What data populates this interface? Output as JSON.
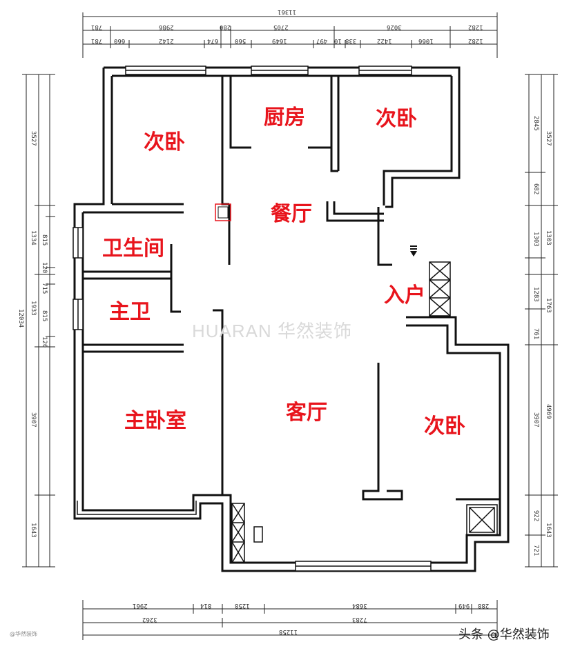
{
  "rooms": {
    "bedroom_nw": "次卧",
    "kitchen": "厨房",
    "bedroom_ne": "次卧",
    "dining": "餐厅",
    "bathroom": "卫生间",
    "master_bath": "主卫",
    "entrance": "入户",
    "master_bedroom": "主卧室",
    "living_room": "客厅",
    "bedroom_se": "次卧"
  },
  "dimensions": {
    "top_total": "11361",
    "top_row1": [
      "781",
      "2986",
      "280",
      "2705",
      "3026",
      "1282"
    ],
    "top_row2": [
      "781",
      "660",
      "2142",
      "674",
      "560",
      "1649",
      "497",
      "10",
      "338",
      "1422",
      "1066",
      "1282"
    ],
    "bottom_row1": [
      "2961",
      "814",
      "1258",
      "3684",
      "949",
      "288"
    ],
    "bottom_row2": [
      "3262",
      "7283"
    ],
    "bottom_total": "11258",
    "left_outer": [
      "3527",
      "1334",
      "1933",
      "3907",
      "1643"
    ],
    "left_total": "12034",
    "left_inner": [
      "815",
      "120",
      "715",
      "815",
      "120"
    ],
    "right_outer": [
      "3527",
      "1303",
      "1763",
      "4969",
      "1643"
    ],
    "right_inner": [
      "2845",
      "682",
      "1303",
      "1283",
      "761",
      "3907",
      "922",
      "721"
    ]
  },
  "watermark": "HUARAN 华然装饰",
  "credit": "头条 @华然装饰",
  "small_watermark": "@华然装饰"
}
